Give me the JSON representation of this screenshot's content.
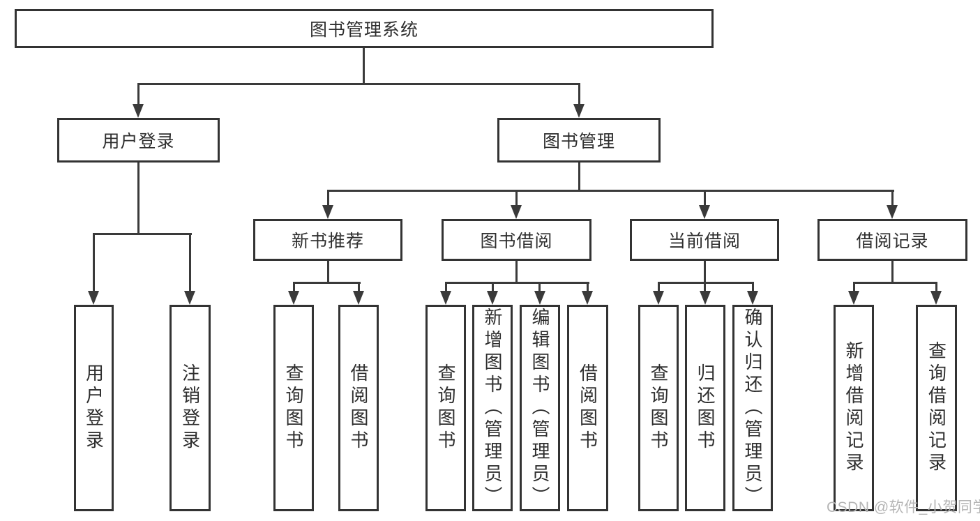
{
  "tree": {
    "root": "图书管理系统",
    "user": {
      "label": "用户登录",
      "children": [
        "用户登录",
        "注销登录"
      ]
    },
    "mgmt": {
      "label": "图书管理",
      "sections": [
        {
          "label": "新书推荐",
          "children": [
            "查询图书",
            "借阅图书"
          ]
        },
        {
          "label": "图书借阅",
          "children": [
            "查询图书",
            "新增图书（管理员）",
            "编辑图书（管理员）",
            "借阅图书"
          ]
        },
        {
          "label": "当前借阅",
          "children": [
            "查询图书",
            "归还图书",
            "确认归还（管理员）"
          ]
        },
        {
          "label": "借阅记录",
          "children": [
            "新增借阅记录",
            "查询借阅记录"
          ]
        }
      ]
    }
  },
  "watermark": "CSDN @软件_小贺同学",
  "colors": {
    "line": "#3a3a3a",
    "border": "#333333",
    "text": "#2e2e2e",
    "box_background": "#ffffff",
    "watermark": "#b5b5b5"
  }
}
